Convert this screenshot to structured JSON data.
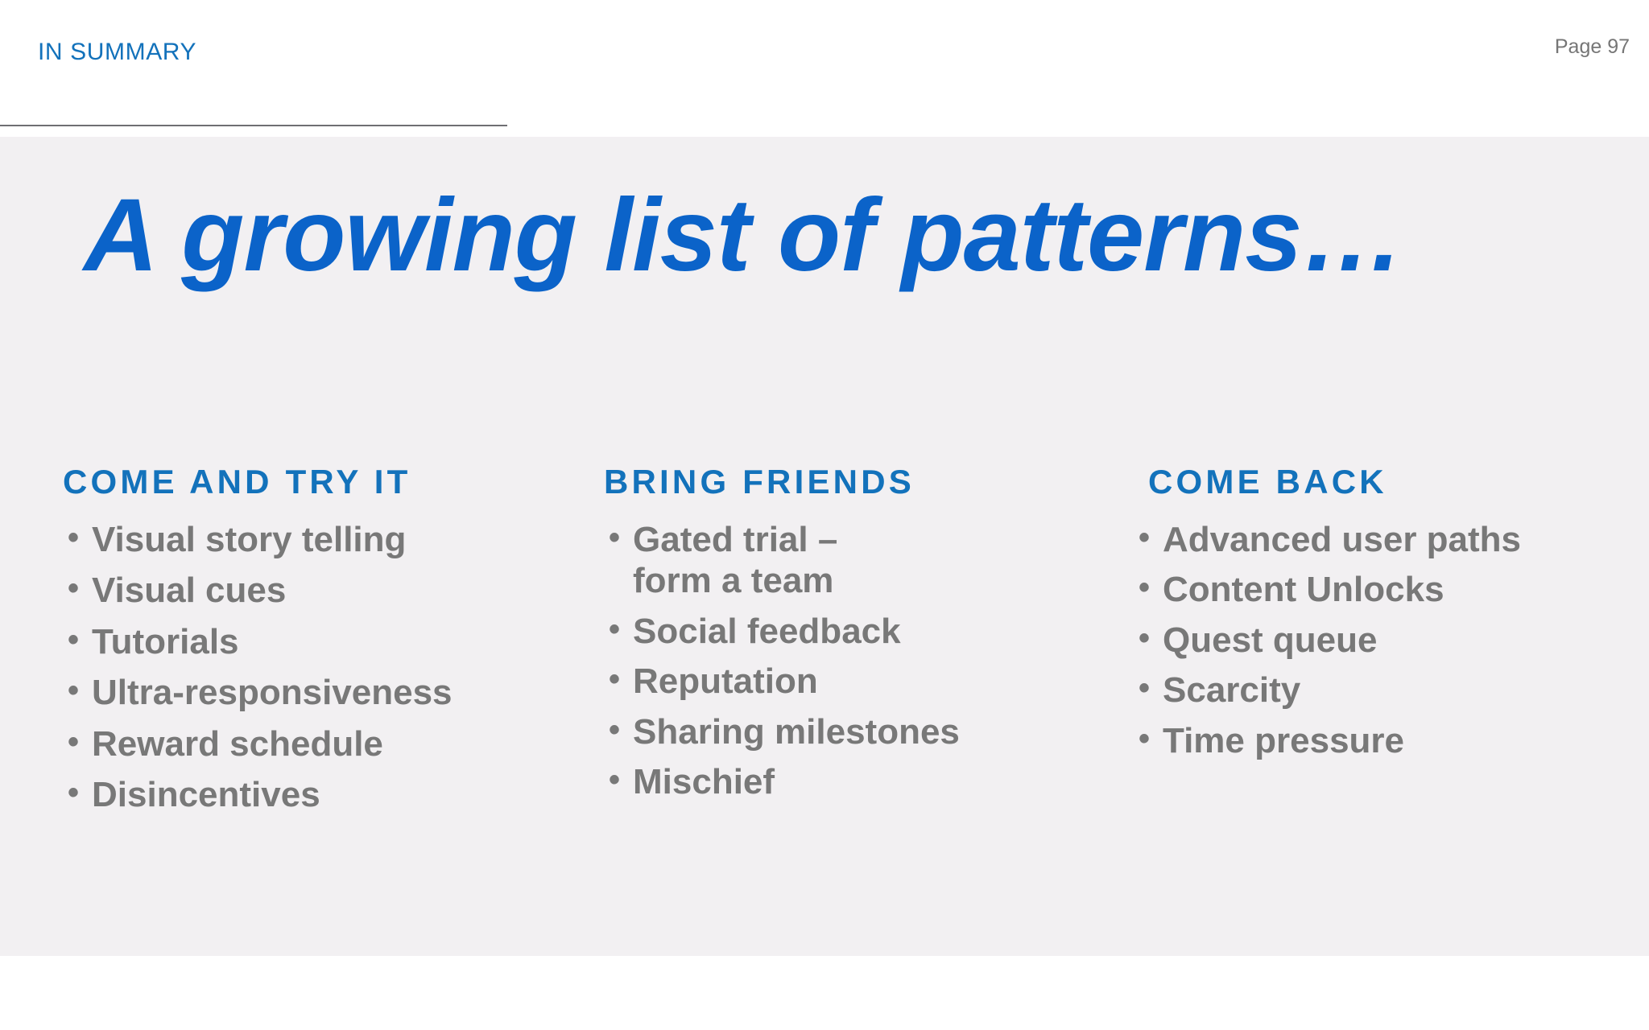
{
  "header": {
    "eyebrow": "IN SUMMARY",
    "page_label": "Page 97"
  },
  "title": "A growing list of patterns…",
  "colors": {
    "accent_blue": "#1372bb",
    "title_blue": "#0b63c9",
    "body_gray": "#787878",
    "panel_bg": "#f2f0f2",
    "page_bg": "#ffffff",
    "rule": "#6f6f72"
  },
  "columns": [
    {
      "heading": "COME AND TRY IT",
      "items": [
        "Visual story telling",
        "Visual cues",
        "Tutorials",
        "Ultra-responsiveness",
        "Reward schedule",
        "Disincentives"
      ]
    },
    {
      "heading": "BRING FRIENDS",
      "items": [
        "Gated trial – form a team",
        "Social feedback",
        "Reputation",
        "Sharing milestones",
        "Mischief"
      ]
    },
    {
      "heading": "COME BACK",
      "items": [
        "Advanced user paths",
        "Content Unlocks",
        "Quest queue",
        "Scarcity",
        "Time pressure"
      ]
    }
  ],
  "bullet_glyph": "•"
}
